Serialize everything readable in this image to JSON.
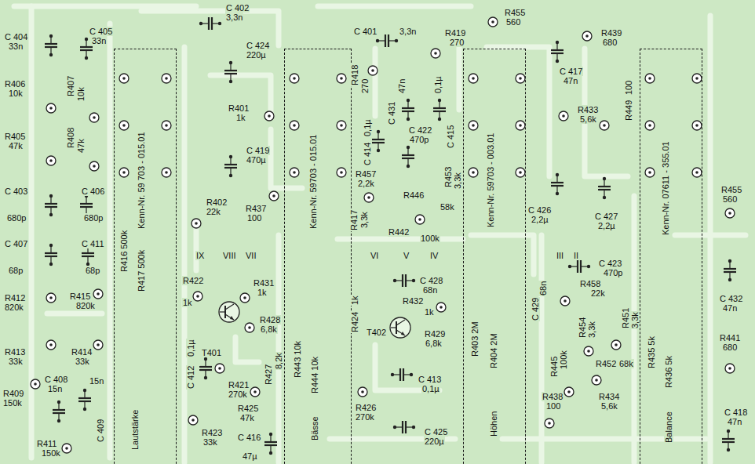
{
  "diagram": {
    "nodes": [
      {
        "text": [
          "Kenn-Nr. 59 703 - 015.01",
          "R416 500k",
          "R417 500k",
          "Lautstärke"
        ]
      },
      {
        "text": [
          "Kenn-Nr. 59703 - 015.01",
          "R443 10k",
          "R444 10k",
          "Bässe"
        ]
      },
      {
        "text": [
          "Kenn-Nr. 59703 - 003.01",
          "R403 2M",
          "R404 2M",
          "Höhen"
        ]
      },
      {
        "text": [
          "Kenn-Nr. 07611 - 355.01",
          "R435 5k",
          "R436 5k",
          "Balance"
        ]
      }
    ],
    "labels": [
      "C 404",
      "33n",
      "C 405",
      "33n",
      "R406",
      "10k",
      "R407",
      "10k",
      "R405",
      "47k",
      "R408",
      "47k",
      "C 403",
      "680p",
      "C 406",
      "680p",
      "C 407",
      "68p",
      "C 411",
      "68p",
      "R412",
      "820k",
      "R415",
      "820k",
      "R413",
      "33k",
      "R414",
      "33k",
      "R409",
      "150k",
      "C 408",
      "15n",
      "15n",
      "C 409",
      "R411",
      "150k",
      "C 402",
      "3,3n",
      "C 424",
      "220µ",
      "R401",
      "1k",
      "C 419",
      "470µ",
      "R402",
      "22k",
      "R437",
      "100",
      "IX",
      "VIII",
      "VII",
      "R422",
      "1k",
      "R431",
      "1k",
      "T401",
      "R428",
      "6,8k",
      "0,1µ",
      "C 412",
      "R421",
      "270k",
      "R425",
      "47k",
      "R427",
      "8,2k",
      "R423",
      "33k",
      "C 416",
      "47µ",
      "C 401",
      "3,3n",
      "R419",
      "270",
      "R418",
      "270",
      "47n",
      "C 431",
      "0,1µ",
      "C 415",
      "0,1µ",
      "C 414",
      "C 422",
      "470p",
      "R457",
      "2,2k",
      "R453",
      "3,3k",
      "R446",
      "58k",
      "R417",
      "3,3k",
      "R442",
      "100k",
      "VI",
      "V",
      "IV",
      "C 428",
      "68n",
      "1k",
      "R424",
      "R432",
      "1k",
      "T402",
      "R429",
      "6,8k",
      "C 413",
      "0,1µ",
      "R426",
      "270k",
      "C 425",
      "220µ",
      "R455",
      "560",
      "R439",
      "680",
      "C 417",
      "47n",
      "R433",
      "5,6k",
      "R449",
      "100",
      "C 426",
      "2,2µ",
      "C 427",
      "2,2µ",
      "III",
      "II",
      "C 423",
      "470p",
      "R458",
      "22k",
      "68n",
      "C 429",
      "R454",
      "3,3k",
      "R451",
      "3,3k",
      "R445",
      "100k",
      "R452",
      "68k",
      "R438",
      "100",
      "R434",
      "5,6k",
      "R455",
      "560",
      "C 432",
      "47n",
      "R441",
      "680",
      "C 418",
      "47n"
    ]
  }
}
